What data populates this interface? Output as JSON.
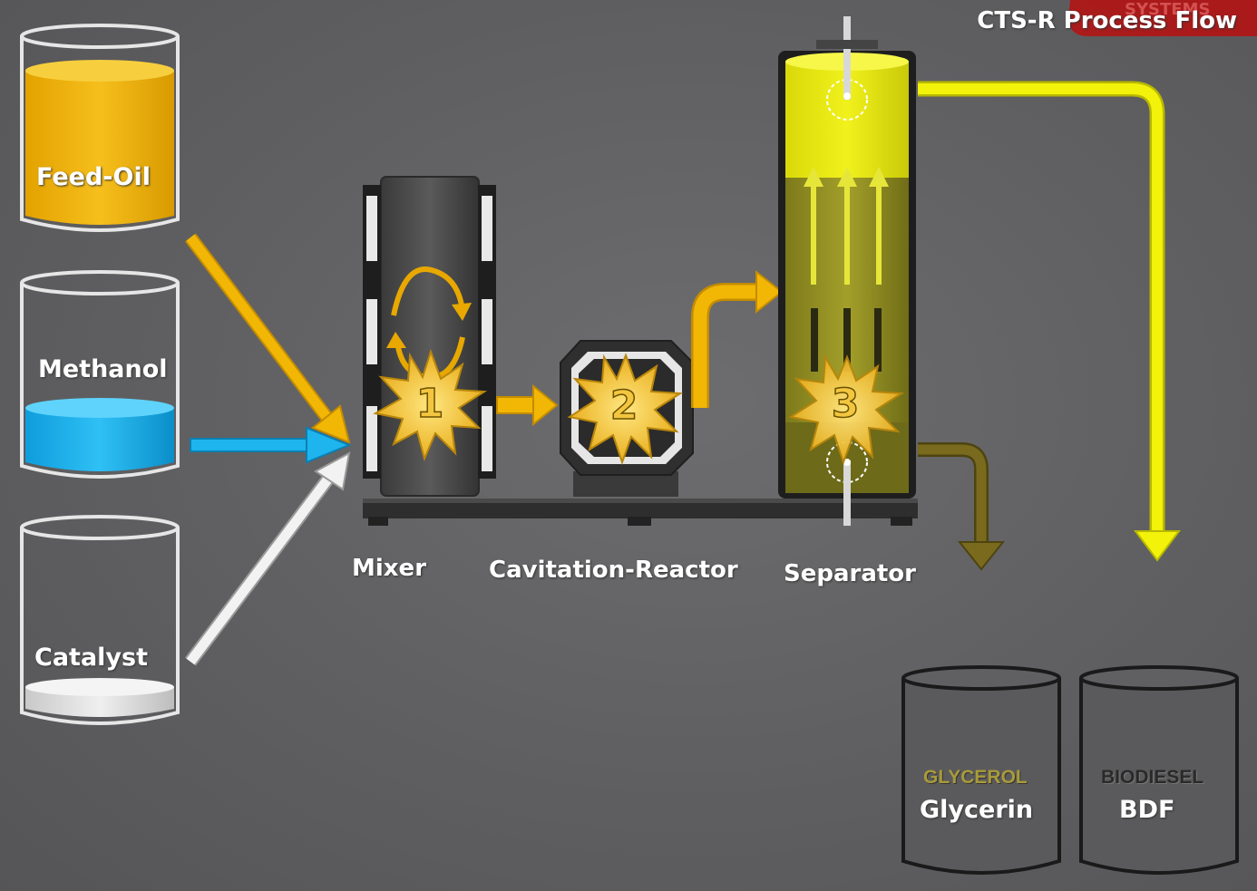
{
  "title": "CTS-R Process Flow",
  "logo_text": "SYSTEMS",
  "tanks": {
    "feed_oil": "Feed-Oil",
    "methanol": "Methanol",
    "catalyst": "Catalyst"
  },
  "equipment": {
    "mixer": "Mixer",
    "reactor": "Cavitation-Reactor",
    "separator": "Separator"
  },
  "steps": [
    "1",
    "2",
    "3"
  ],
  "outputs": {
    "glycerol_tag": "GLYCEROL",
    "glycerin": "Glycerin",
    "biodiesel_tag": "BIODIESEL",
    "bdf": "BDF"
  },
  "colors": {
    "feed_oil": "#f2b705",
    "methanol": "#1eb4ee",
    "catalyst": "#e8e8e8",
    "biodiesel_flow": "#f2f20a",
    "glycerol_flow": "#7a6a1e",
    "burst": "#f0c232"
  }
}
